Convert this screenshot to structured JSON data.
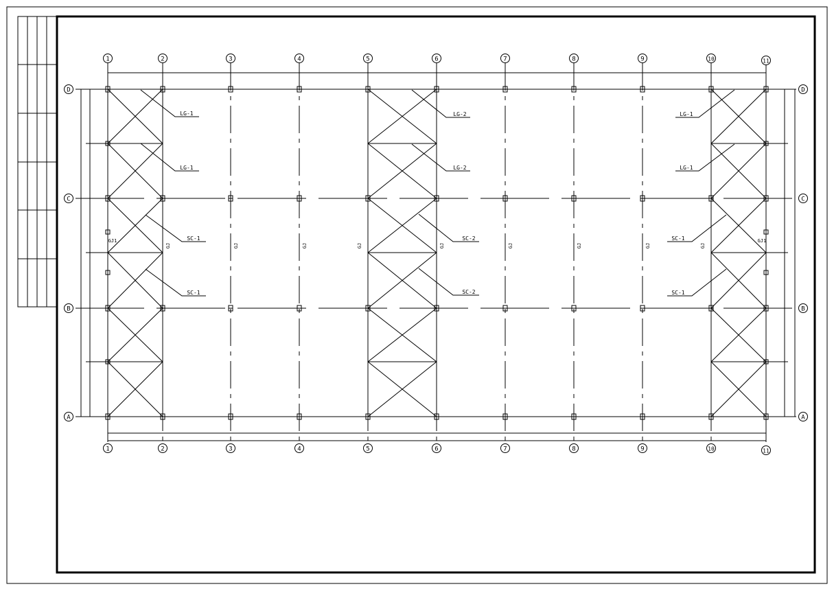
{
  "drawing": {
    "column_axes": [
      "1",
      "2",
      "3",
      "4",
      "5",
      "6",
      "7",
      "8",
      "9",
      "10",
      "11"
    ],
    "row_axes": [
      "D",
      "C",
      "B",
      "A"
    ],
    "bracing_labels": {
      "left_roof": [
        "LG-1",
        "LG-1"
      ],
      "left_wall": [
        "SC-1",
        "SC-1"
      ],
      "middle_roof": [
        "LG-2",
        "LG-2"
      ],
      "middle_wall": [
        "SC-2",
        "SC-2"
      ],
      "right_roof": [
        "LG-1",
        "LG-1"
      ],
      "right_wall": [
        "SC-1",
        "SC-1"
      ]
    },
    "frame_label": "GJ",
    "gable_frame_label": "GJ1"
  },
  "colors": {
    "line": "#000000",
    "background": "#ffffff"
  }
}
